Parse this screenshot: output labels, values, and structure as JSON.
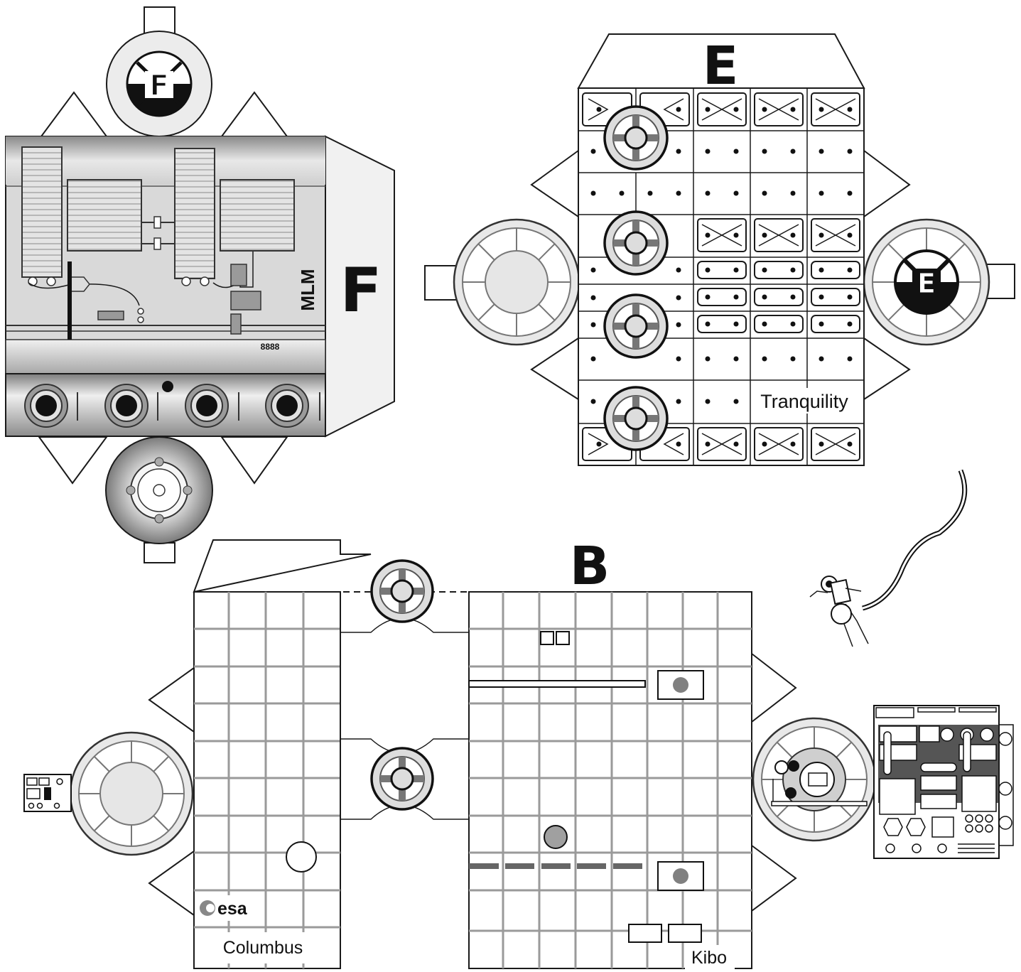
{
  "sheet": {
    "part_f": {
      "letter": "F",
      "hatch_letter": "F",
      "module_label": "MLM",
      "panel_code": "8888"
    },
    "part_e": {
      "letter": "E",
      "hatch_letter": "E",
      "module_label": "Tranquility"
    },
    "part_b": {
      "letter": "B",
      "left_module_label": "Columbus",
      "right_module_label": "Kibo",
      "agency_logo_text": "esa"
    }
  },
  "colors": {
    "outline": "#1a1a1a",
    "grid": "#9a9a9a",
    "shade": "#c8c8c8",
    "hatch_dark": "#111111"
  },
  "icons": [
    "hatch-port-icon",
    "astronaut-icon",
    "tether-icon",
    "esa-logo-icon",
    "control-panel-icon"
  ]
}
